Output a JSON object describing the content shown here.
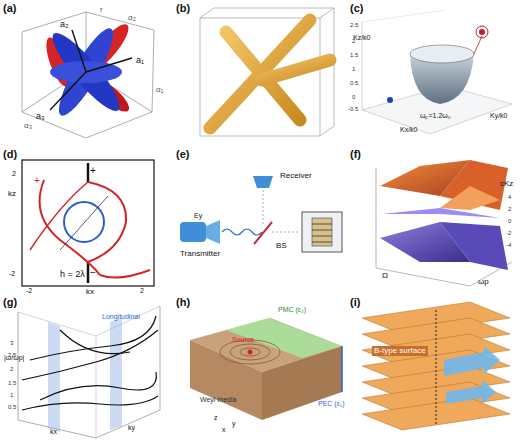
{
  "diagram": {
    "labels": [
      "(a)",
      "(b)",
      "(c)",
      "(d)",
      "(e)",
      "(f)",
      "(g)",
      "(h)",
      "(i)",
      "a₂",
      "a₁",
      "a₃",
      "α₂",
      "α₁",
      "α₃",
      "r",
      "Kz/k0",
      "Kx/k0",
      "Ky/k0",
      "ωₚ=1.2ω₀",
      "2.5",
      "2",
      "1.5",
      "1",
      "0.5",
      "0",
      "-0.5",
      "kz",
      "kx",
      "2",
      "-2",
      "-2",
      "2",
      "h = 2λ",
      "+",
      "+",
      "−",
      "Receiver",
      "Transmitter",
      "BS",
      "Ey",
      "cKz",
      "Ω",
      "ωp",
      "4",
      "2",
      "0",
      "-2",
      "-4",
      "|ω/ωp|",
      "Longitudinal",
      "kx",
      "ky",
      "0.5",
      "1",
      "1.5",
      "2",
      "2.5",
      "3",
      "PMC (ε₂)",
      "PEC (ε₁)",
      "Source",
      "Weyl media",
      "x",
      "y",
      "z",
      "B-type surface"
    ]
  }
}
